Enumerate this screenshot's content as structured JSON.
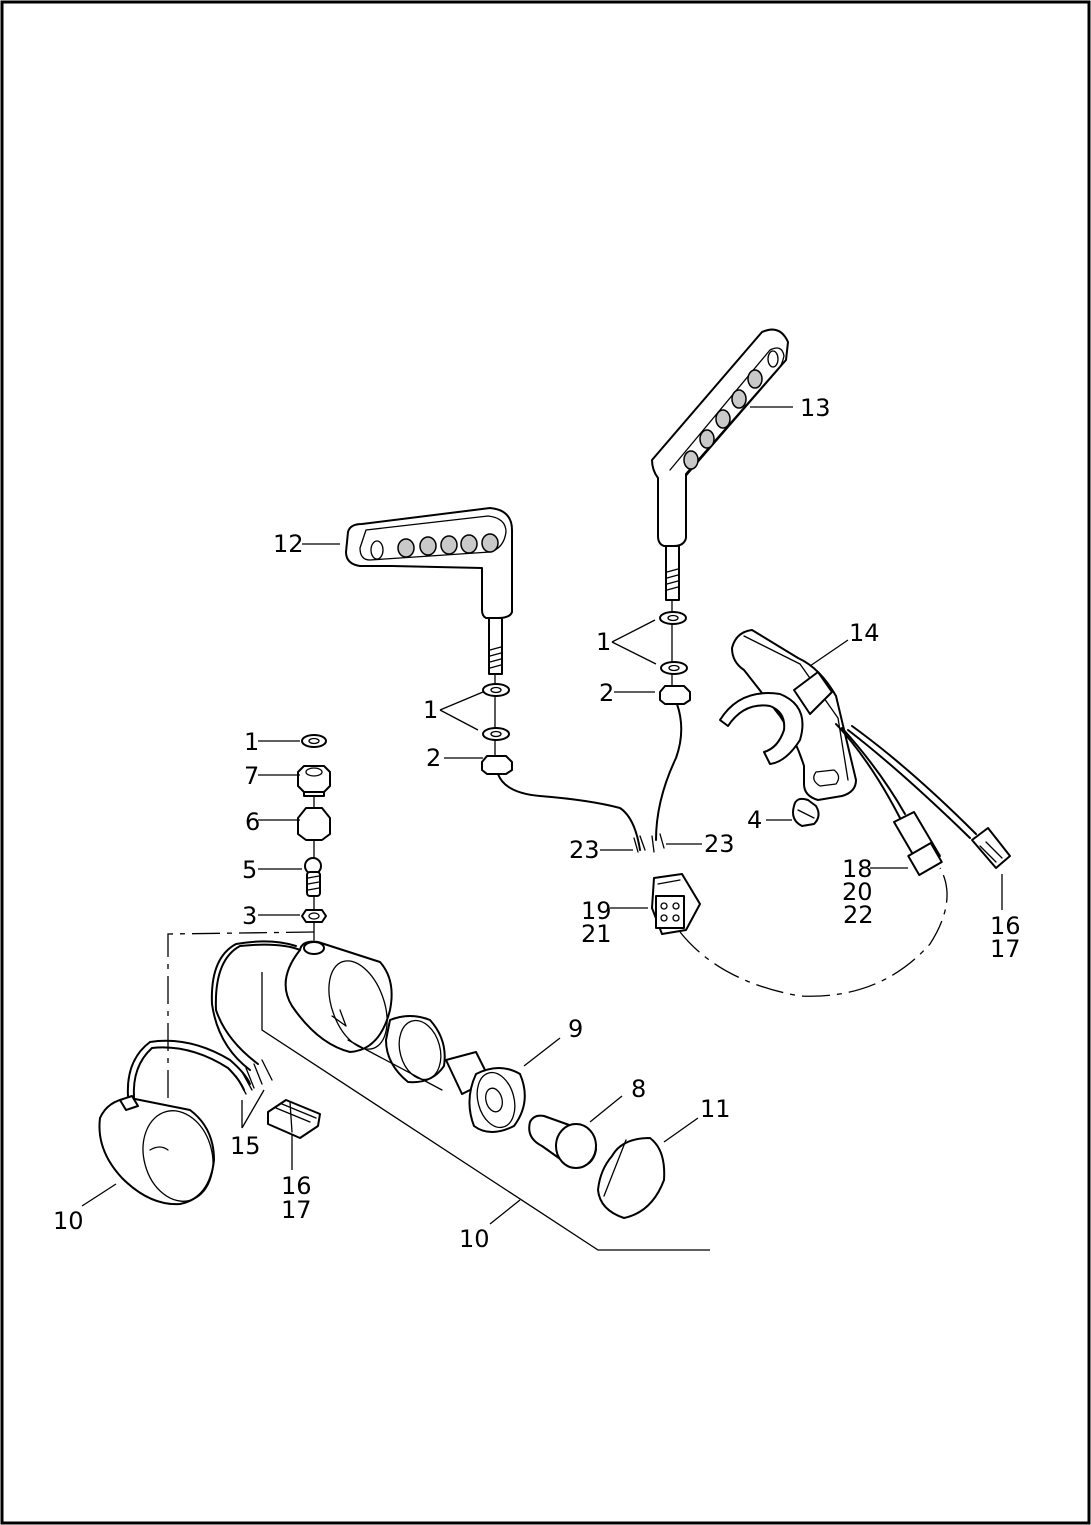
{
  "diagram": {
    "type": "exploded-parts-diagram",
    "border_color": "#000000",
    "background_color": "#ffffff",
    "callouts": [
      {
        "id": "c12",
        "text": "12"
      },
      {
        "id": "c13",
        "text": "13"
      },
      {
        "id": "c14",
        "text": "14"
      },
      {
        "id": "c1a",
        "text": "1"
      },
      {
        "id": "c1b",
        "text": "1"
      },
      {
        "id": "c1c",
        "text": "1"
      },
      {
        "id": "c2a",
        "text": "2"
      },
      {
        "id": "c2b",
        "text": "2"
      },
      {
        "id": "c3",
        "text": "3"
      },
      {
        "id": "c4",
        "text": "4"
      },
      {
        "id": "c5",
        "text": "5"
      },
      {
        "id": "c6",
        "text": "6"
      },
      {
        "id": "c7",
        "text": "7"
      },
      {
        "id": "c8",
        "text": "8"
      },
      {
        "id": "c9",
        "text": "9"
      },
      {
        "id": "c10a",
        "text": "10"
      },
      {
        "id": "c10b",
        "text": "10"
      },
      {
        "id": "c11",
        "text": "11"
      },
      {
        "id": "c15",
        "text": "15"
      },
      {
        "id": "c16a",
        "text": "16"
      },
      {
        "id": "c17a",
        "text": "17"
      },
      {
        "id": "c16b",
        "text": "16"
      },
      {
        "id": "c17b",
        "text": "17"
      },
      {
        "id": "c18",
        "text": "18"
      },
      {
        "id": "c20",
        "text": "20"
      },
      {
        "id": "c22",
        "text": "22"
      },
      {
        "id": "c19",
        "text": "19"
      },
      {
        "id": "c21",
        "text": "21"
      },
      {
        "id": "c23a",
        "text": "23"
      },
      {
        "id": "c23b",
        "text": "23"
      }
    ]
  }
}
